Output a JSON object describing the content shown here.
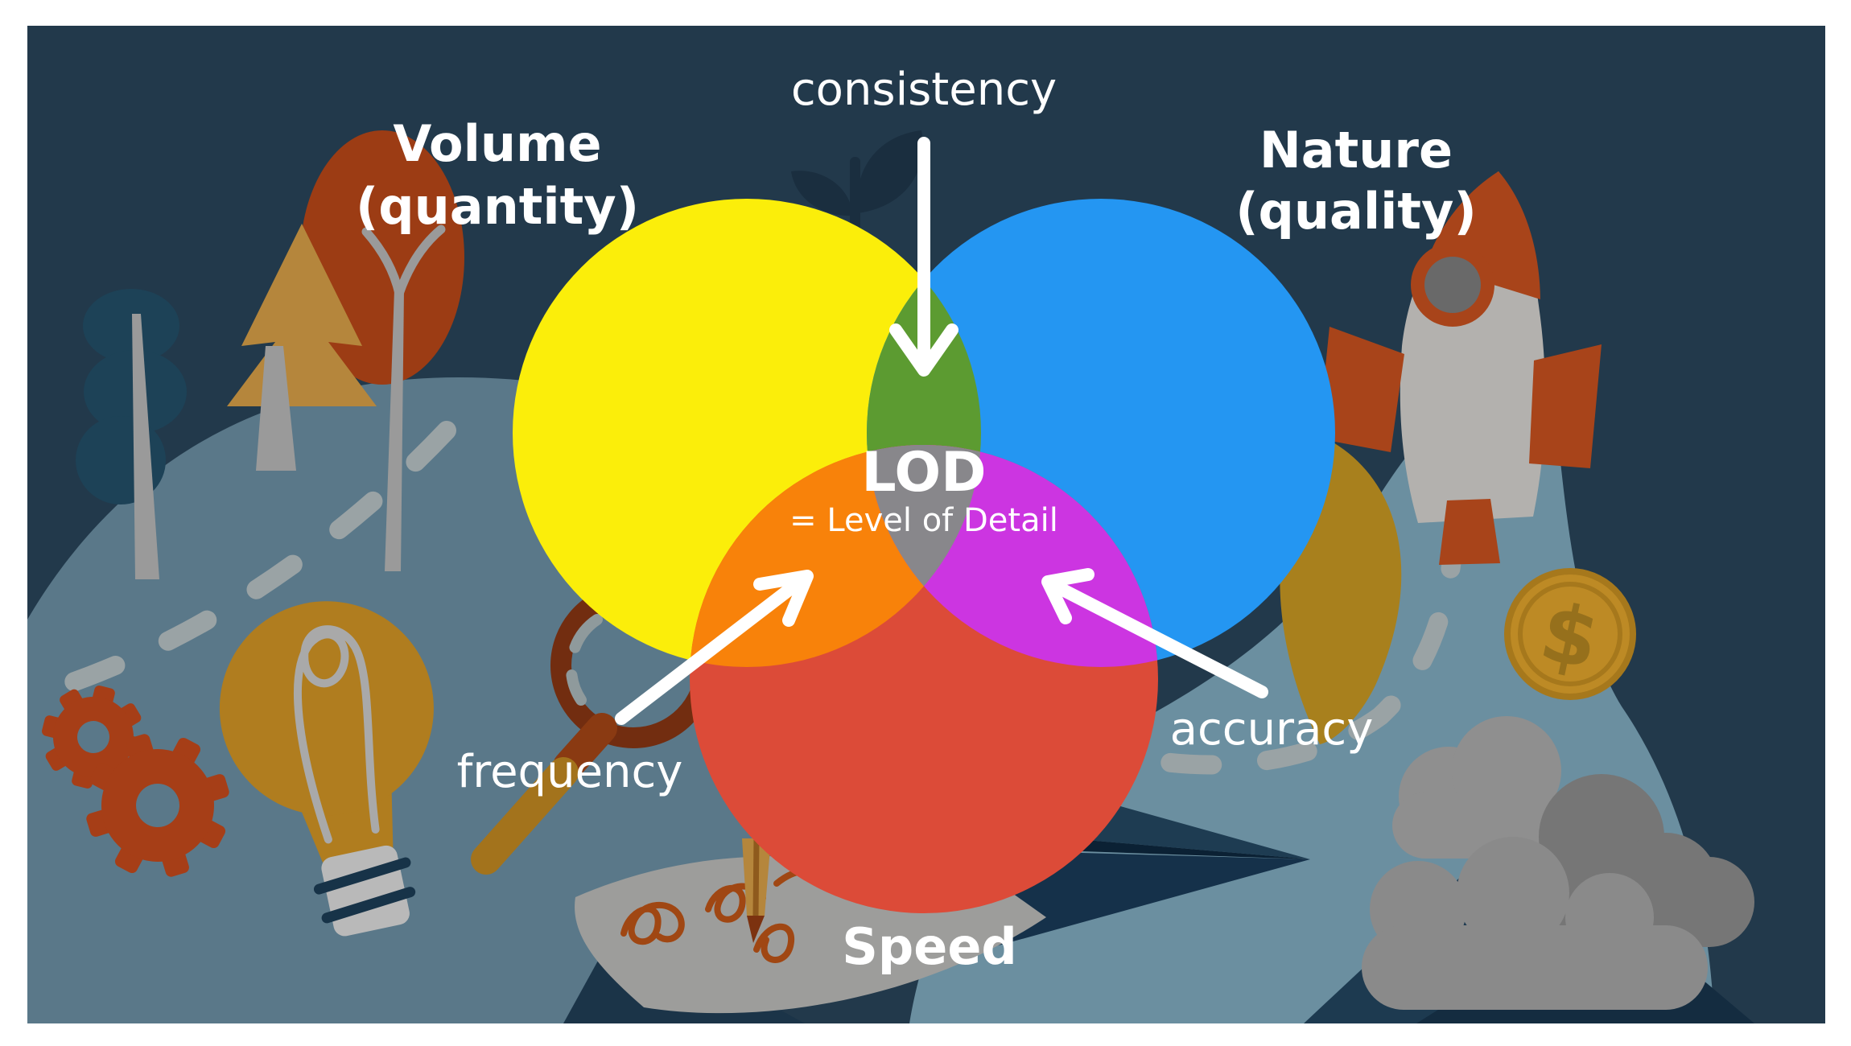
{
  "frame": {
    "border_color": "#ffffff",
    "panel_color": "#22394B"
  },
  "labels": {
    "consistency": "consistency",
    "frequency": "frequency",
    "accuracy": "accuracy",
    "volume_line1": "Volume",
    "volume_line2": "(quantity)",
    "nature_line1": "Nature",
    "nature_line2": "(quality)",
    "speed": "Speed",
    "center_heading": "LOD",
    "center_subtitle": "= Level of Detail"
  },
  "coin_symbol": "$",
  "colors": {
    "volume_yellow": "#FBEE0A",
    "nature_blue": "#2496F2",
    "speed_red": "#DC4B38",
    "overlap_green": "#5C9B31",
    "overlap_orange": "#F8820A",
    "overlap_magenta": "#CC35E1",
    "center_gray": "#88878B",
    "arrow_white": "#FFFFFF"
  },
  "diagram": {
    "type": "venn",
    "sets": [
      {
        "name": "Volume (quantity)",
        "color": "#FBEE0A"
      },
      {
        "name": "Nature (quality)",
        "color": "#2496F2"
      },
      {
        "name": "Speed",
        "color": "#DC4B38"
      }
    ],
    "intersections": [
      {
        "sets": [
          "Volume (quantity)",
          "Nature (quality)"
        ],
        "label": "consistency",
        "color": "#5C9B31"
      },
      {
        "sets": [
          "Volume (quantity)",
          "Speed"
        ],
        "label": "frequency",
        "color": "#F8820A"
      },
      {
        "sets": [
          "Nature (quality)",
          "Speed"
        ],
        "label": "accuracy",
        "color": "#CC35E1"
      },
      {
        "sets": [
          "Volume (quantity)",
          "Nature (quality)",
          "Speed"
        ],
        "label": "LOD = Level of Detail",
        "color": "#88878B"
      }
    ]
  },
  "decorations": [
    "trees",
    "plant-sprout",
    "rocket",
    "lightbulb",
    "gears",
    "magnifying-glass",
    "dollar-coin",
    "clouds",
    "paper-plane",
    "paper-sheet",
    "pencil",
    "dashed-paths",
    "planet-hills"
  ]
}
